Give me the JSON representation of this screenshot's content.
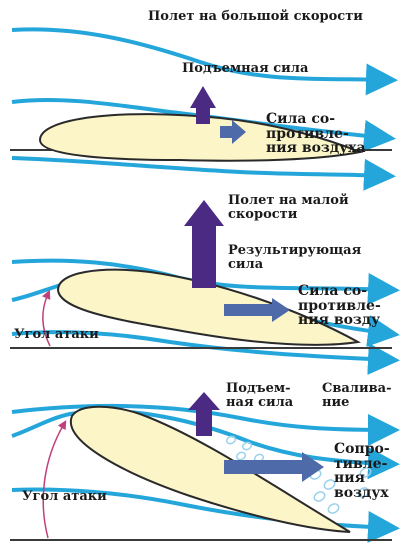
{
  "diagram": {
    "title": "Полет на большой скорости",
    "panel1": {
      "lift": "Подъемная сила",
      "drag": "Сила со-\nпротивле-\nния воздуха"
    },
    "panel2": {
      "speed": "Полет на малой\nскорости",
      "resultant": "Результирующая\nсила",
      "drag": "Сила со-\nпротивле-\nния возду",
      "angle": "Угол атаки"
    },
    "panel3": {
      "lift": "Подъем-\nная сила",
      "stall": "Свалива-\nние",
      "drag": "Сопро-\nтивле-\nния\nвоздух",
      "angle": "Угол атаки"
    }
  },
  "colors": {
    "airflow": "#25a6db",
    "wing_fill": "#fbf5c8",
    "wing_stroke": "#2a2a2a",
    "force_arrow": "#4a2a82",
    "drag_arrow": "#4f6aa8",
    "angle_arc": "#c0407a",
    "turbulence": "#9ad2ec"
  }
}
